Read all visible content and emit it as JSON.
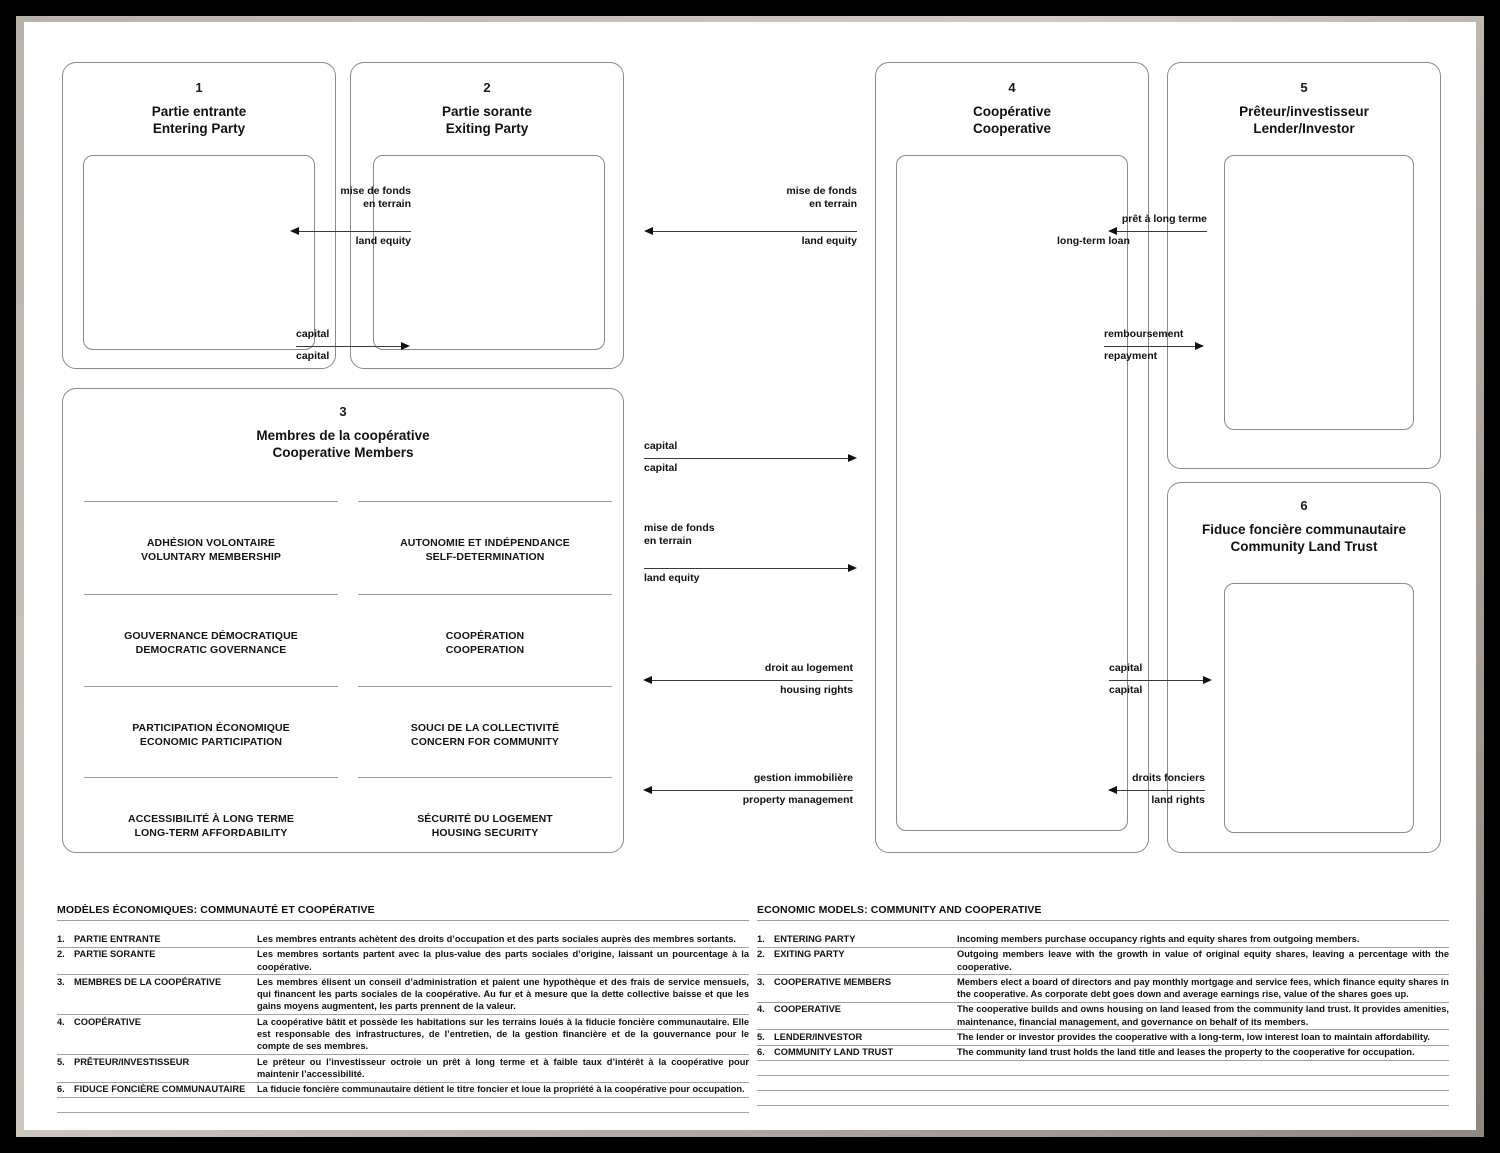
{
  "diagram": {
    "boxes": [
      {
        "num": "1",
        "fr": "Partie entrante",
        "en": "Entering Party"
      },
      {
        "num": "2",
        "fr": "Partie sorante",
        "en": "Exiting Party"
      },
      {
        "num": "3",
        "fr": "Membres de la coopérative",
        "en": "Cooperative Members"
      },
      {
        "num": "4",
        "fr": "Coopérative",
        "en": "Cooperative"
      },
      {
        "num": "5",
        "fr": "Prêteur/investisseur",
        "en": "Lender/Investor"
      },
      {
        "num": "6",
        "fr": "Fiduce foncière communautaire",
        "en": "Community Land Trust"
      }
    ],
    "principles": [
      {
        "fr": "ADHÉSION VOLONTAIRE",
        "en": "VOLUNTARY MEMBERSHIP"
      },
      {
        "fr": "AUTONOMIE ET INDÉPENDANCE",
        "en": "SELF-DETERMINATION"
      },
      {
        "fr": "GOUVERNANCE DÉMOCRATIQUE",
        "en": "DEMOCRATIC GOVERNANCE"
      },
      {
        "fr": "COOPÉRATION",
        "en": "COOPERATION"
      },
      {
        "fr": "PARTICIPATION ÉCONOMIQUE",
        "en": "ECONOMIC PARTICIPATION"
      },
      {
        "fr": "SOUCI DE LA COLLECTIVITÉ",
        "en": "CONCERN FOR COMMUNITY"
      },
      {
        "fr": "ACCESSIBILITÉ À LONG TERME",
        "en": "LONG-TERM AFFORDABILITY"
      },
      {
        "fr": "SÉCURITÉ DU LOGEMENT",
        "en": "HOUSING SECURITY"
      }
    ],
    "flows": [
      {
        "id": "f1",
        "fr": "mise de fonds\nen terrain",
        "en": "land equity",
        "dir": "left"
      },
      {
        "id": "f2",
        "fr": "capital",
        "en": "capital",
        "dir": "right"
      },
      {
        "id": "f3",
        "fr": "mise de fonds\nen terrain",
        "en": "land equity",
        "dir": "left"
      },
      {
        "id": "f4",
        "fr": "capital",
        "en": "capital",
        "dir": "right"
      },
      {
        "id": "f5",
        "fr": "mise de fonds\nen terrain",
        "en": "land equity",
        "dir": "right"
      },
      {
        "id": "f6",
        "fr": "droit au logement",
        "en": "housing rights",
        "dir": "left"
      },
      {
        "id": "f7",
        "fr": "gestion immobilière",
        "en": "property management",
        "dir": "left"
      },
      {
        "id": "f8",
        "fr": "prêt à long terme",
        "en": "long-term loan",
        "dir": "left"
      },
      {
        "id": "f9",
        "fr": "remboursement",
        "en": "repayment",
        "dir": "right"
      },
      {
        "id": "f10",
        "fr": "capital",
        "en": "capital",
        "dir": "right"
      },
      {
        "id": "f11",
        "fr": "droits fonciers",
        "en": "land rights",
        "dir": "left"
      }
    ]
  },
  "legend_fr": {
    "title": "MODÈLES ÉCONOMIQUES: COMMUNAUTÉ ET COOPÉRATIVE",
    "rows": [
      {
        "num": "1.",
        "term": "PARTIE ENTRANTE",
        "desc": "Les membres entrants achètent des droits d’occupation et des parts sociales auprès des membres sortants."
      },
      {
        "num": "2.",
        "term": "PARTIE SORANTE",
        "desc": "Les membres sortants partent avec la plus-value des parts sociales d’origine, laissant un pourcentage à la coopérative."
      },
      {
        "num": "3.",
        "term": "MEMBRES DE LA COOPÉRATIVE",
        "desc": "Les membres élisent un conseil d’administration et paient une hypothèque et des frais de service mensuels, qui financent les parts sociales de la coopérative. Au fur et à mesure que la dette collective baisse et que les gains moyens augmentent, les parts prennent de la valeur."
      },
      {
        "num": "4.",
        "term": "COOPÉRATIVE",
        "desc": "La coopérative bâtit et possède les habitations sur les terrains loués à la fiducie foncière communautaire. Elle est responsable des infrastructures, de l’entretien, de la gestion financière et de la gouvernance pour le compte de ses membres."
      },
      {
        "num": "5.",
        "term": "PRÊTEUR/INVESTISSEUR",
        "desc": "Le prêteur ou l’investisseur octroie un prêt à long terme et à faible taux d’intérêt à la coopérative pour maintenir l’accessibilité."
      },
      {
        "num": "6.",
        "term": "FIDUCE FONCIÈRE COMMUNAUTAIRE",
        "desc": "La fiducie foncière communautaire détient le titre foncier et loue la propriété à la coopérative pour occupation."
      }
    ]
  },
  "legend_en": {
    "title": "ECONOMIC MODELS: COMMUNITY AND COOPERATIVE",
    "rows": [
      {
        "num": "1.",
        "term": "ENTERING PARTY",
        "desc": "Incoming members purchase occupancy rights and equity shares from outgoing members."
      },
      {
        "num": "2.",
        "term": "EXITING PARTY",
        "desc": "Outgoing members leave with the growth in value of original equity shares, leaving a percentage with the cooperative."
      },
      {
        "num": "3.",
        "term": "COOPERATIVE MEMBERS",
        "desc": "Members elect a board of directors and pay monthly mortgage and service fees, which finance equity shares in the cooperative. As corporate debt goes down and average earnings rise, value of the shares goes up."
      },
      {
        "num": "4.",
        "term": "COOPERATIVE",
        "desc": "The cooperative builds and owns housing on land leased from the community land trust. It provides amenities, maintenance, financial management, and governance on behalf of its members."
      },
      {
        "num": "5.",
        "term": "LENDER/INVESTOR",
        "desc": "The lender or investor provides the cooperative with a long-term, low interest loan to maintain affordability."
      },
      {
        "num": "6.",
        "term": "COMMUNITY LAND TRUST",
        "desc": "The community land trust holds the land title and leases the property to the cooperative for occupation."
      }
    ]
  },
  "colors": {
    "line": "#8a8a8a",
    "rule": "#9d9d9d",
    "ink": "#111111",
    "frame": "#000000"
  }
}
